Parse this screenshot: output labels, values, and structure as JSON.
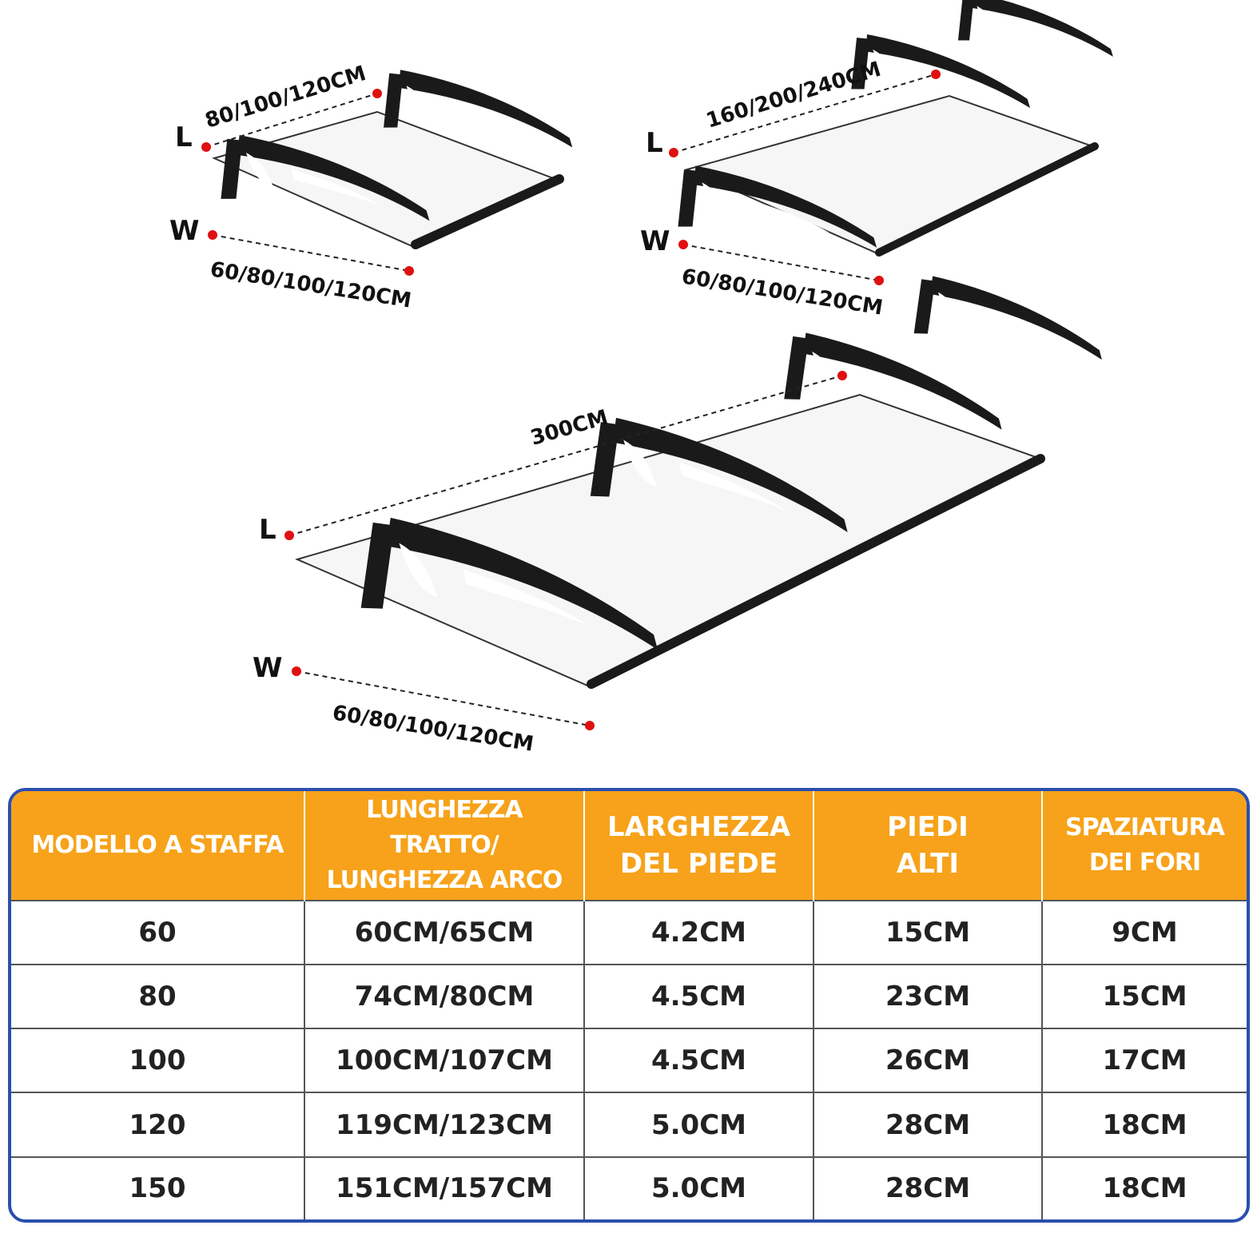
{
  "diagram": {
    "label_l": "L",
    "label_w": "W",
    "top_left": {
      "length": "80/100/120CM",
      "width": "60/80/100/120CM"
    },
    "top_right": {
      "length": "160/200/240CM",
      "width": "60/80/100/120CM"
    },
    "bottom": {
      "length": "300CM",
      "width": "60/80/100/120CM"
    },
    "colors": {
      "marker": "#e01010",
      "frame": "#1a1a1a",
      "panel": "#f4f4f4"
    }
  },
  "table": {
    "headers": [
      [
        "MODELLO A STAFFA"
      ],
      [
        "LUNGHEZZA TRATTO/",
        "LUNGHEZZA ARCO"
      ],
      [
        "LARGHEZZA",
        "DEL PIEDE"
      ],
      [
        "PIEDI",
        "ALTI"
      ],
      [
        "SPAZIATURA",
        "DEI FORI"
      ]
    ],
    "rows": [
      [
        "60",
        "60CM/65CM",
        "4.2CM",
        "15CM",
        "9CM"
      ],
      [
        "80",
        "74CM/80CM",
        "4.5CM",
        "23CM",
        "15CM"
      ],
      [
        "100",
        "100CM/107CM",
        "4.5CM",
        "26CM",
        "17CM"
      ],
      [
        "120",
        "119CM/123CM",
        "5.0CM",
        "28CM",
        "18CM"
      ],
      [
        "150",
        "151CM/157CM",
        "5.0CM",
        "28CM",
        "18CM"
      ]
    ],
    "colors": {
      "header_bg": "#f7a21a",
      "header_text": "#ffffff",
      "border": "#2a4fae"
    }
  }
}
